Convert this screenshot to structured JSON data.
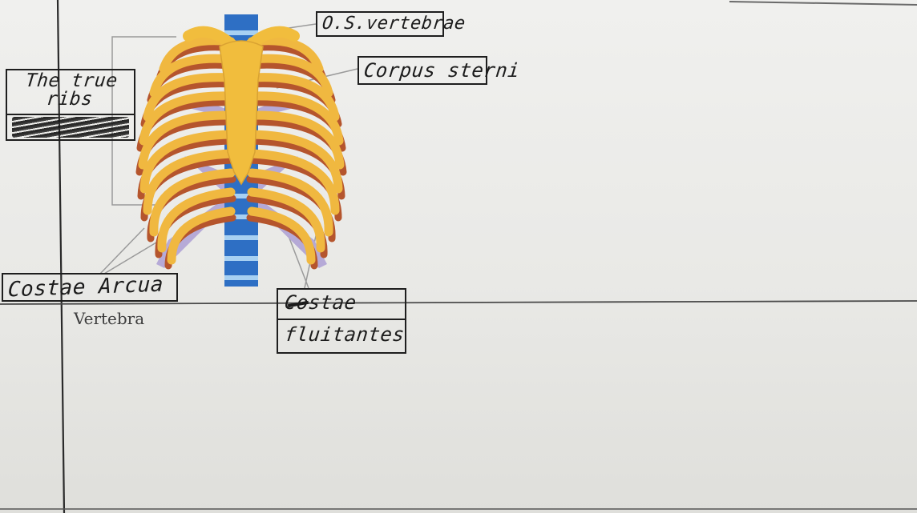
{
  "labels": {
    "os_vertebrae": "O.S.vertebrae",
    "corpus_sterni": "Corpus sterni",
    "true_ribs": "The true ribs",
    "costae_arcuariae": "Costae Arcua",
    "costae_fluitantes_line1": "Costae",
    "costae_fluitantes_line2": "fluitantes",
    "vertebra_printed": "Vertebra"
  },
  "colors": {
    "paper": "#ececea",
    "ink": "#1c1c1c",
    "rib_yellow": "#f0b840",
    "rib_shadow": "#b5552d",
    "cartilage_purple": "#b3a6d6",
    "spine_blue": "#2e6fc4",
    "spine_light": "#a7d0f2",
    "sternum": "#f1bd3d",
    "guide_line": "#9a9a9a"
  },
  "icons": {
    "rib_cage": "rib-cage-illustration"
  }
}
